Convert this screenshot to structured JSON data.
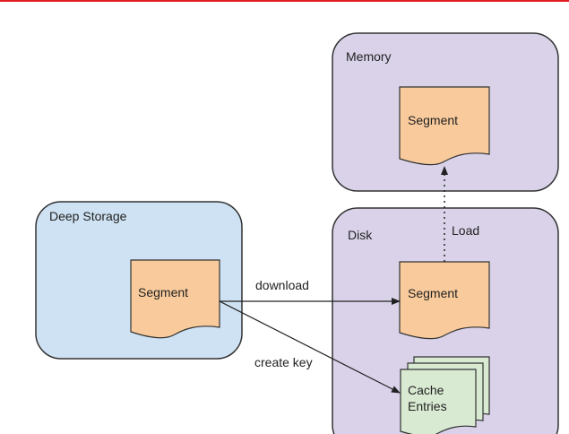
{
  "containers": {
    "memory": "Memory",
    "disk": "Disk",
    "deep_storage": "Deep Storage"
  },
  "nodes": {
    "memory_segment": "Segment",
    "disk_segment": "Segment",
    "deep_segment": "Segment",
    "cache_line1": "Cache",
    "cache_line2": "Entries"
  },
  "edges": {
    "download": "download",
    "create_key": "create key",
    "load": "Load"
  },
  "colors": {
    "top_rule": "#e11d24",
    "memory_fill": "#d9d2e9",
    "disk_fill": "#d9d2e9",
    "deep_fill": "#cfe2f3",
    "segment_fill": "#f9cb9c",
    "cache_fill": "#d9ead3",
    "border": "#333333"
  }
}
